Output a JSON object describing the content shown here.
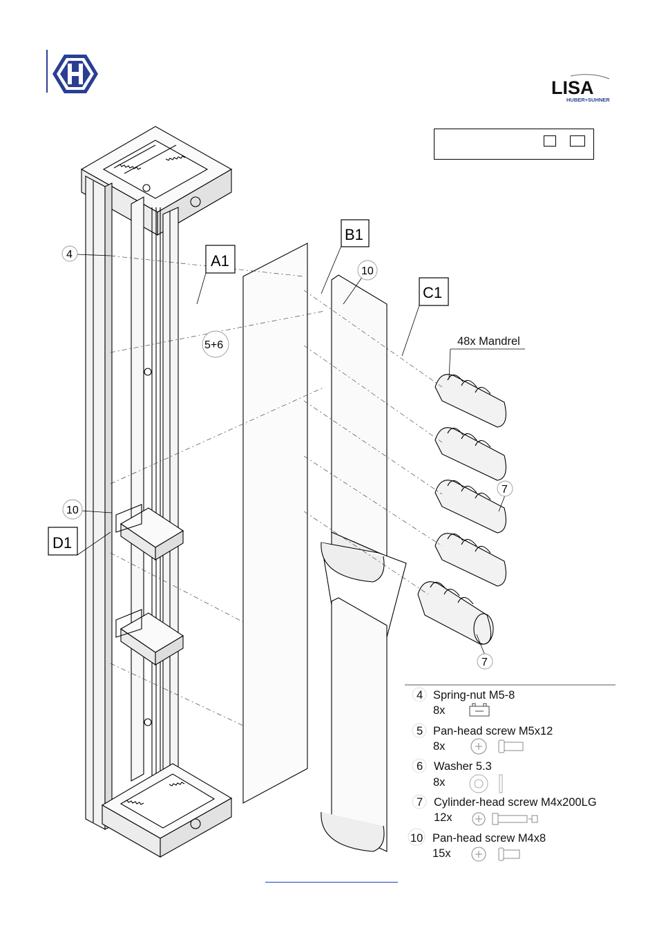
{
  "callouts": {
    "A1": "A1",
    "B1": "B1",
    "C1": "C1",
    "D1": "D1",
    "n4": "4",
    "n10a": "10",
    "n10b": "10",
    "n56": "5+6",
    "n7a": "7",
    "n7b": "7"
  },
  "mandrel_label": "48x Mandrel",
  "parts": [
    {
      "num": "4",
      "name": "Spring-nut M5-8",
      "qty": "8x",
      "icon": "spring-nut-icon"
    },
    {
      "num": "5",
      "name": "Pan-head screw M5x12",
      "qty": "8x",
      "icon": "pan-head-screw-icon"
    },
    {
      "num": "6",
      "name": "Washer 5.3",
      "qty": "8x",
      "icon": "washer-icon"
    },
    {
      "num": "7",
      "name": "Cylinder-head screw M4x200LG",
      "qty": "12x",
      "icon": "cylinder-head-screw-icon"
    },
    {
      "num": "10",
      "name": "Pan-head screw M4x8",
      "qty": "15x",
      "icon": "pan-head-screw-small-icon"
    }
  ],
  "logos": {
    "lisa_text": "LISA",
    "lisa_sub": "HUBER+SUHNER"
  },
  "colors": {
    "brand_blue": "#2a3f93",
    "line": "#000000",
    "link": "#1a3cc8"
  }
}
